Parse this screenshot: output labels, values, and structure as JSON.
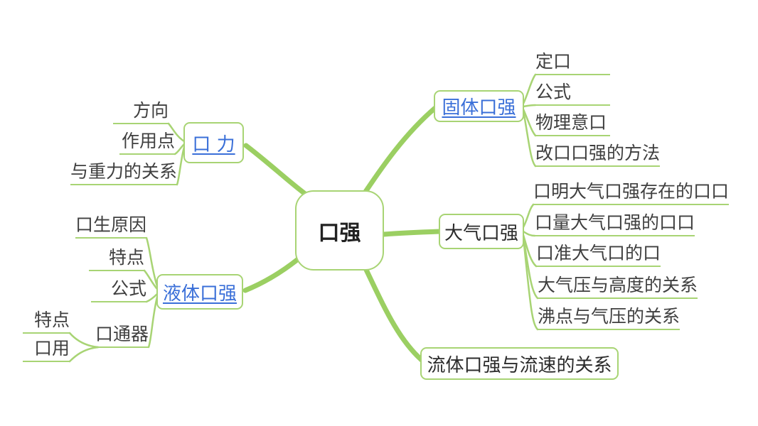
{
  "colors": {
    "branch_green": "#9bcf62",
    "border_green": "#a8d474",
    "link_blue": "#3a6fd8",
    "text_dark": "#3f3f3f",
    "background": "#ffffff"
  },
  "center": {
    "label": "口强"
  },
  "branches": [
    {
      "label": "口 力",
      "style": "hyperlink",
      "children": [
        {
          "label": "方向"
        },
        {
          "label": "作用点"
        },
        {
          "label": "与重力的关系"
        }
      ]
    },
    {
      "label": "液体口强",
      "style": "hyperlink",
      "children": [
        {
          "label": "口生原因"
        },
        {
          "label": "特点"
        },
        {
          "label": "公式"
        },
        {
          "label": "口通器",
          "children": [
            {
              "label": "特点"
            },
            {
              "label": "口用"
            }
          ]
        }
      ]
    },
    {
      "label": "固体口强",
      "style": "hyperlink",
      "children": [
        {
          "label": "定口"
        },
        {
          "label": "公式"
        },
        {
          "label": "物理意口"
        },
        {
          "label": "改口口强的方法"
        }
      ]
    },
    {
      "label": "大气口强",
      "style": "plain",
      "children": [
        {
          "label": "口明大气口强存在的口口"
        },
        {
          "label": "口量大气口强的口口"
        },
        {
          "label": "口准大气口的口"
        },
        {
          "label": "大气压与高度的关系"
        },
        {
          "label": "沸点与气压的关系"
        }
      ]
    },
    {
      "label": "流体口强与流速的关系",
      "style": "plain",
      "children": []
    }
  ]
}
